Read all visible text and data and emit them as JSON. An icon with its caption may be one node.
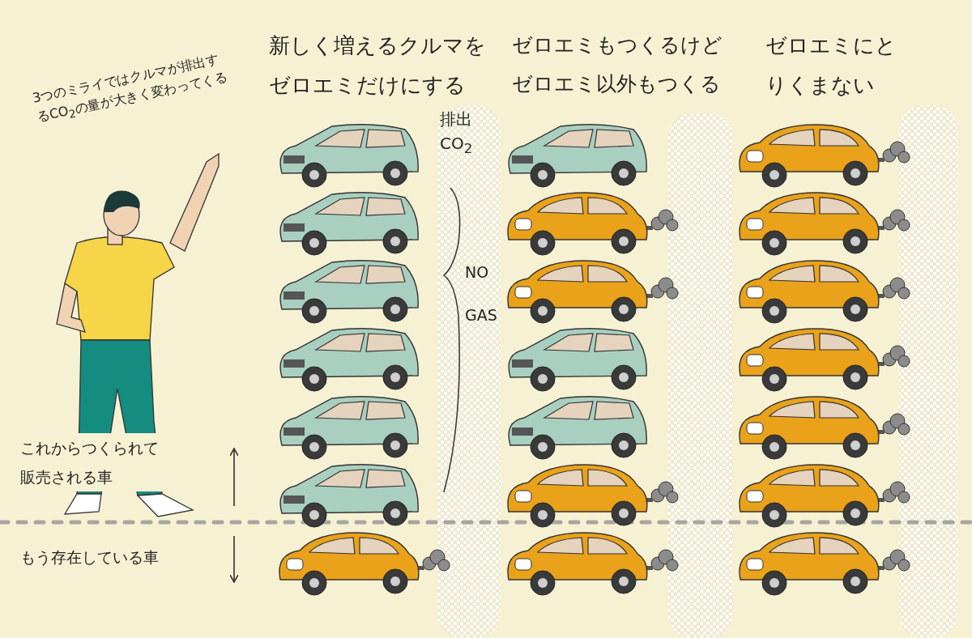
{
  "diagram": {
    "labels": [
      "3つのミライではクルマが排出するCO$_{2}$の量が大きく変わってくる",
      "新しく増えるクルマをゼロエミだけにする",
      "ゼロエミもつくるけどゼロエミ以外もつくる",
      "ゼロエミにとりくまない",
      "排出CO$_{2}$",
      "NO GAS",
      "これからつくられて販売される車",
      "もう存在している車"
    ]
  }
}
